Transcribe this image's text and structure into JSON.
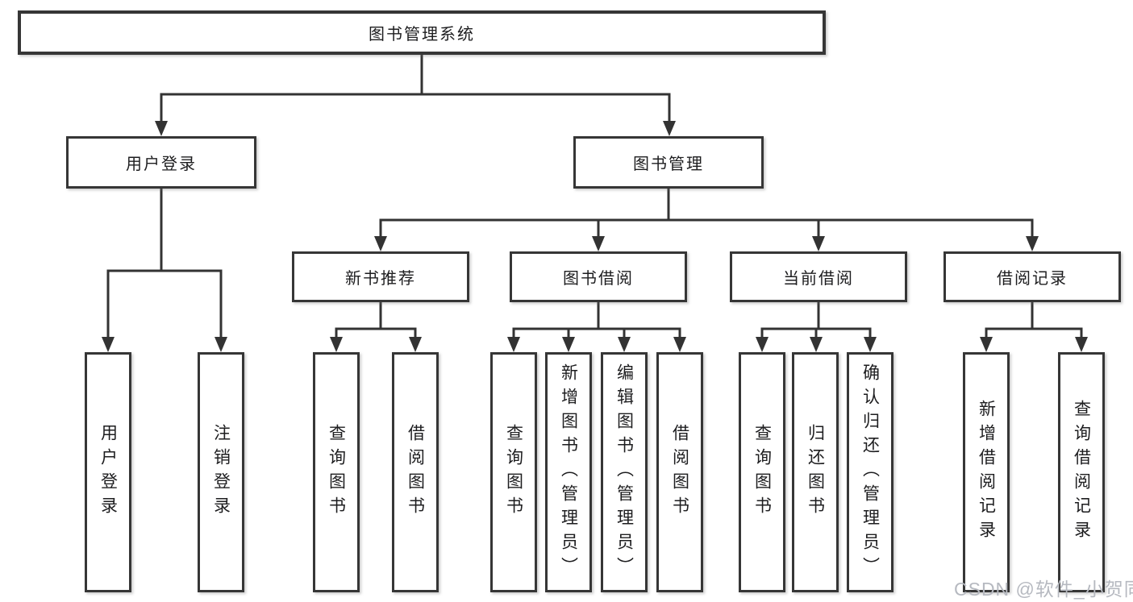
{
  "root": {
    "label": "图书管理系统"
  },
  "branches": [
    {
      "label": "用户登录",
      "leaves": [
        "用户登录",
        "注销登录"
      ]
    },
    {
      "label": "图书管理",
      "groups": [
        {
          "label": "新书推荐",
          "leaves": [
            "查询图书",
            "借阅图书"
          ]
        },
        {
          "label": "图书借阅",
          "leaves": [
            "查询图书",
            "新增图书（管理员）",
            "编辑图书（管理员）",
            "借阅图书"
          ]
        },
        {
          "label": "当前借阅",
          "leaves": [
            "查询图书",
            "归还图书",
            "确认归还（管理员）"
          ]
        },
        {
          "label": "借阅记录",
          "leaves": [
            "新增借阅记录",
            "查询借阅记录"
          ]
        }
      ]
    }
  ],
  "watermark": "CSDN @软件_小贺同学",
  "colors": {
    "line": "#333333",
    "text": "#1d1d1f",
    "watermark": "#b6b9c0",
    "background": "#ffffff"
  }
}
